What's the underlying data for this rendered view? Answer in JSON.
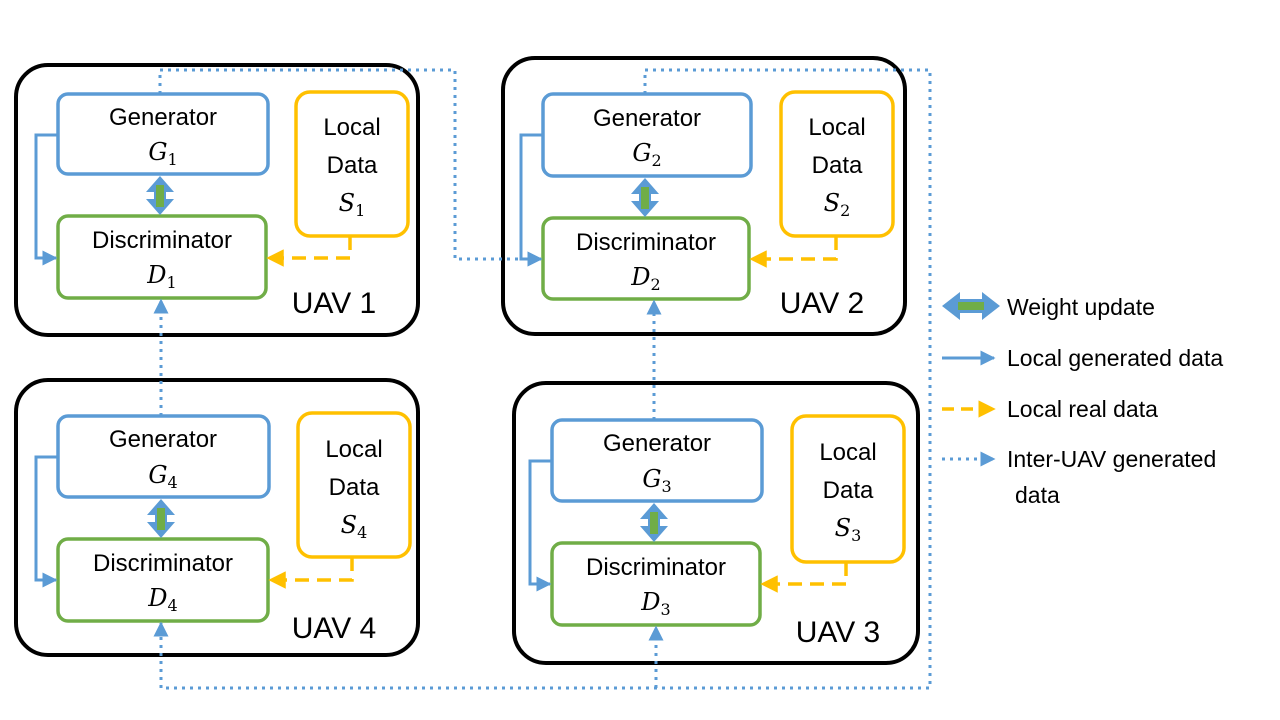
{
  "uavs": [
    {
      "label": "UAV 1",
      "generator": {
        "name": "Generator",
        "symbol": "G",
        "sub": "1"
      },
      "discriminator": {
        "name": "Discriminator",
        "symbol": "D",
        "sub": "1"
      },
      "local_data": {
        "line1": "Local",
        "line2": "Data",
        "symbol": "S",
        "sub": "1"
      }
    },
    {
      "label": "UAV 2",
      "generator": {
        "name": "Generator",
        "symbol": "G",
        "sub": "2"
      },
      "discriminator": {
        "name": "Discriminator",
        "symbol": "D",
        "sub": "2"
      },
      "local_data": {
        "line1": "Local",
        "line2": "Data",
        "symbol": "S",
        "sub": "2"
      }
    },
    {
      "label": "UAV 3",
      "generator": {
        "name": "Generator",
        "symbol": "G",
        "sub": "3"
      },
      "discriminator": {
        "name": "Discriminator",
        "symbol": "D",
        "sub": "3"
      },
      "local_data": {
        "line1": "Local",
        "line2": "Data",
        "symbol": "S",
        "sub": "3"
      }
    },
    {
      "label": "UAV 4",
      "generator": {
        "name": "Generator",
        "symbol": "G",
        "sub": "4"
      },
      "discriminator": {
        "name": "Discriminator",
        "symbol": "D",
        "sub": "4"
      },
      "local_data": {
        "line1": "Local",
        "line2": "Data",
        "symbol": "S",
        "sub": "4"
      }
    }
  ],
  "legend": {
    "weight_update": "Weight update",
    "local_generated": "Local generated data",
    "local_real": "Local real data",
    "inter_uav_line1": "Inter-UAV generated",
    "inter_uav_line2": "data"
  },
  "colors": {
    "generator": "#5b9bd5",
    "discriminator": "#70ad47",
    "local_data": "#ffc000",
    "uav_border": "#000000",
    "link": "#5b9bd5"
  }
}
